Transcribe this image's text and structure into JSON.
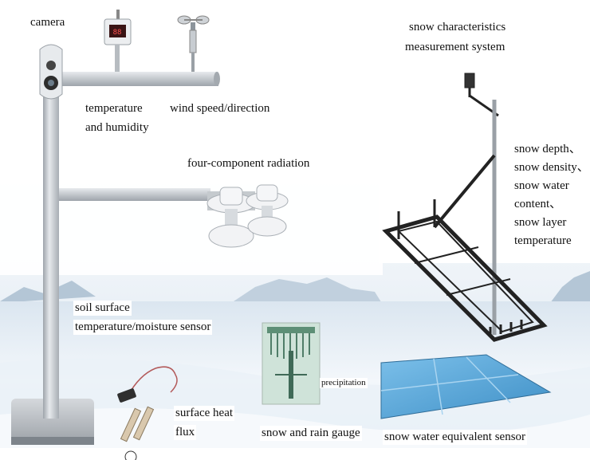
{
  "labels": {
    "camera": "camera",
    "temperature_humidity": [
      "temperature",
      "and humidity"
    ],
    "wind": "wind speed/direction",
    "radiation": "four-component radiation",
    "soil_sensor": [
      "soil surface",
      "temperature/moisture sensor"
    ],
    "heat_flux": [
      "surface heat",
      "flux"
    ],
    "precipitation": "precipitation",
    "gauge": "snow and rain gauge",
    "snow_system": [
      "snow characteristics",
      "measurement system"
    ],
    "snow_params": [
      "snow depth、",
      "snow density、",
      "snow water",
      "content、",
      "snow layer",
      "temperature"
    ],
    "swe_sensor": "snow water equivalent sensor"
  },
  "colors": {
    "sky": "#dfe9f2",
    "snow": "#f4f8fb",
    "mountain": "#b9c9d8",
    "pole": "#c9cdd2",
    "frame": "#2a2a2a",
    "panel": "#5aa7d8"
  },
  "icons": [
    "camera-icon",
    "thermometer-display-icon",
    "anemometer-icon",
    "radiometer-icon",
    "soil-sensor-icon",
    "heat-flux-plate-icon",
    "rain-gauge-icon",
    "snow-frame-icon",
    "swe-panel-icon"
  ]
}
